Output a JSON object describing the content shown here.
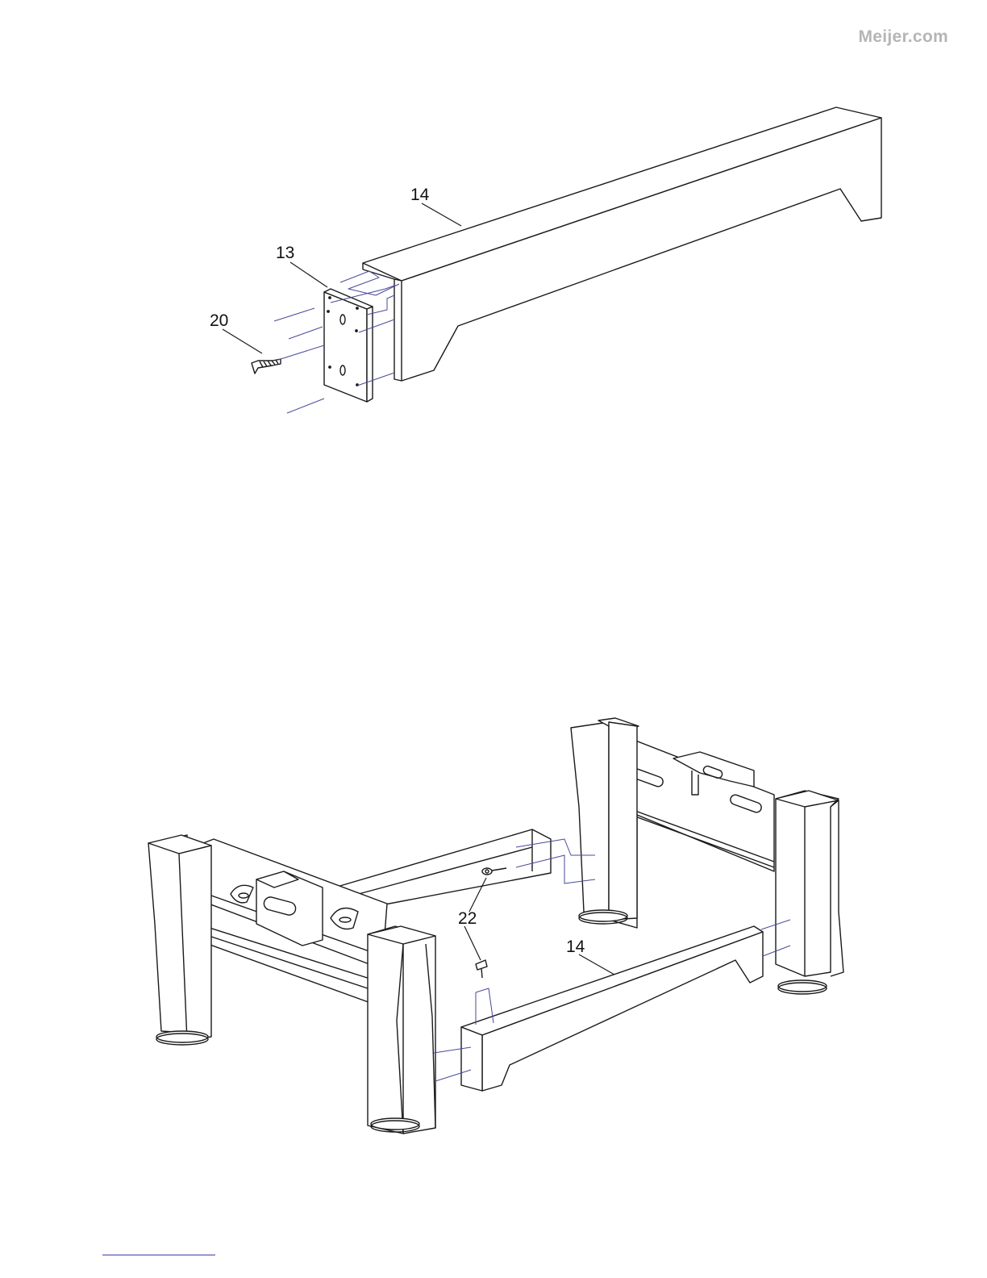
{
  "watermark": "Meijer.com",
  "figure_top": {
    "callouts": [
      {
        "id": "rail",
        "label": "14"
      },
      {
        "id": "bracket",
        "label": "13"
      },
      {
        "id": "screw",
        "label": "20"
      }
    ]
  },
  "figure_bottom": {
    "callouts": [
      {
        "id": "bolt",
        "label": "22"
      },
      {
        "id": "rail",
        "label": "14"
      }
    ]
  },
  "colors": {
    "line": "#1a1a1a",
    "guide": "#5555bb",
    "watermark": "#b5b5b5"
  }
}
